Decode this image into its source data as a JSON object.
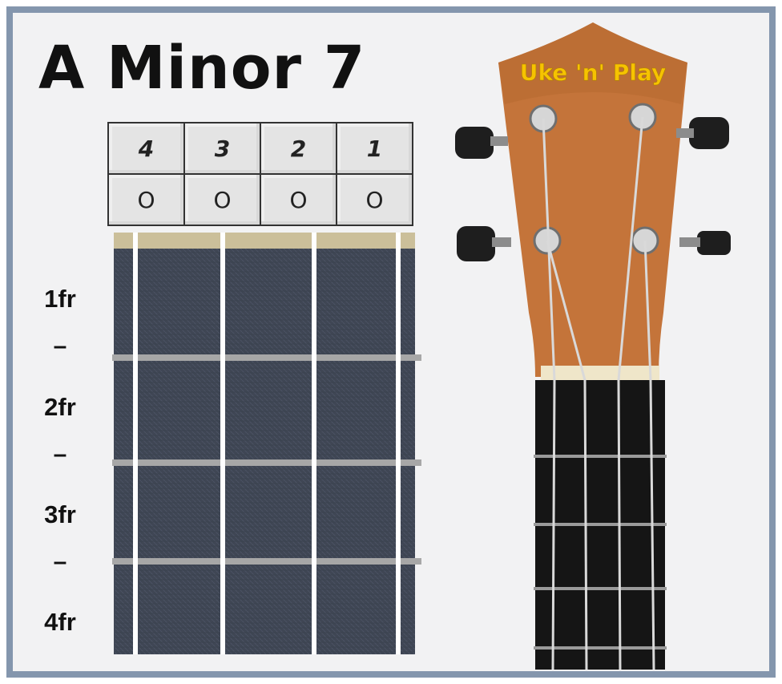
{
  "title": "A Minor 7",
  "strings": {
    "numbers": [
      "4",
      "3",
      "2",
      "1"
    ],
    "open_markers": [
      "O",
      "O",
      "O",
      "O"
    ]
  },
  "frets": {
    "labels": [
      "1fr",
      "2fr",
      "3fr",
      "4fr"
    ],
    "separators": [
      "–",
      "–",
      "–"
    ]
  },
  "brand": "Uke 'n' Play",
  "colors": {
    "frame": "#8496ad",
    "fretboard": "#3f4654",
    "nut": "#cbbf9a",
    "headstock": "#c4743a",
    "brand_text": "#f6c300"
  }
}
